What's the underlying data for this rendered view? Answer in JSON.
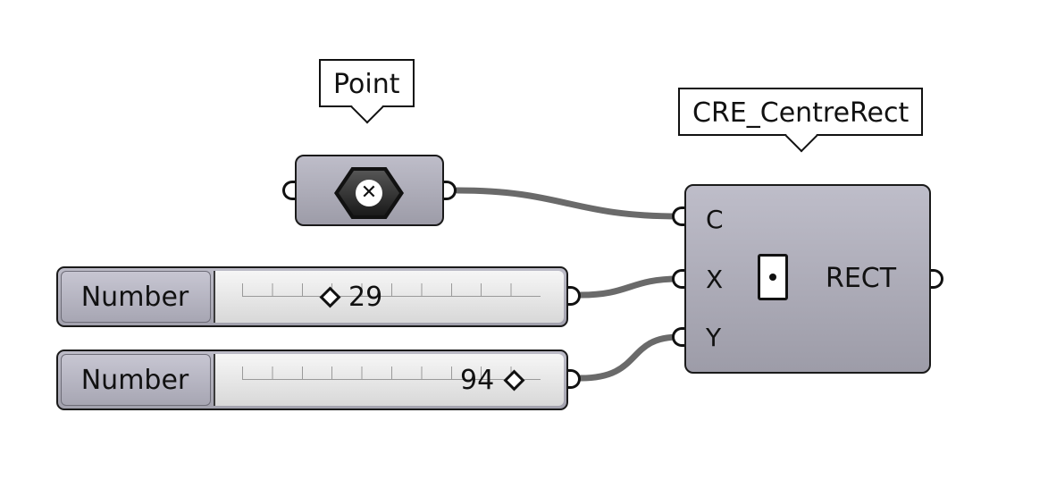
{
  "point_param": {
    "tag": "Point",
    "icon": "x-icon"
  },
  "component": {
    "tag": "CRE_CentreRect",
    "inputs": [
      "C",
      "X",
      "Y"
    ],
    "output": "RECT",
    "icon": "rectangle-centre-icon"
  },
  "sliders": [
    {
      "label": "Number",
      "value": "29",
      "level": 0.29
    },
    {
      "label": "Number",
      "value": "94",
      "level": 0.94
    }
  ],
  "colors": {
    "wire": "#6a6a6a",
    "node_fill": "#aeadb9",
    "outline": "#1a1a1a"
  }
}
